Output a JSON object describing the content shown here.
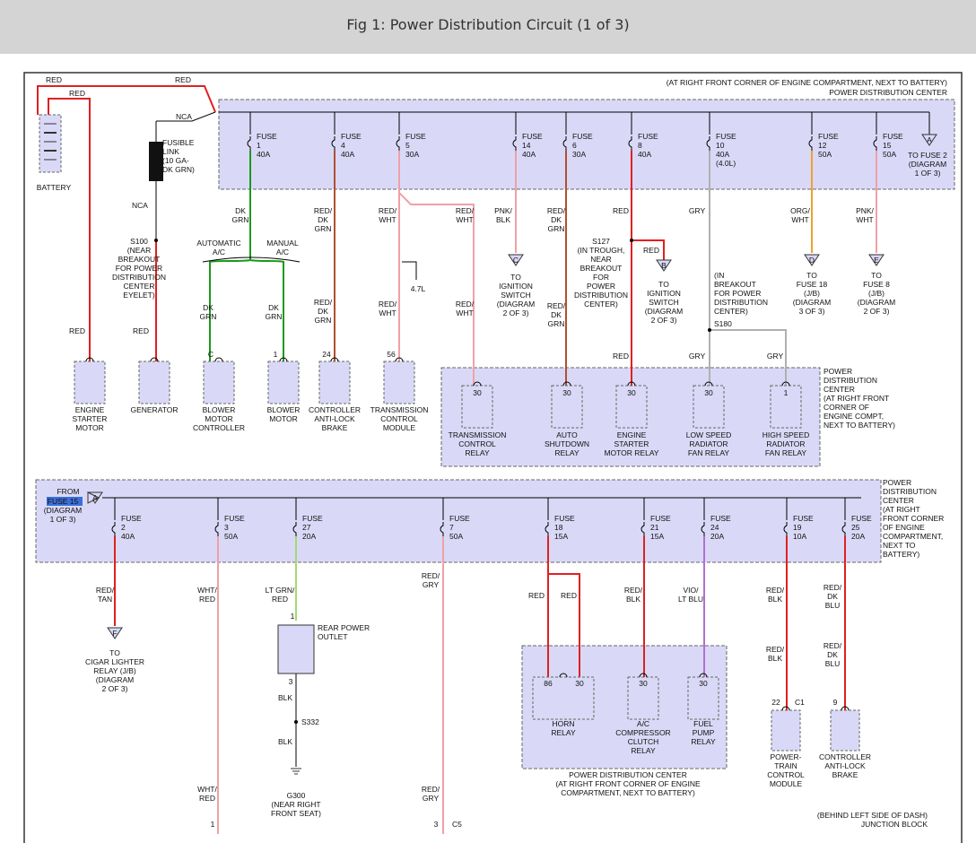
{
  "page": {
    "title": "Fig 1: Power Distribution Circuit (1 of 3)"
  },
  "labels": {
    "top_pdc": [
      "(AT RIGHT FRONT CORNER OF ENGINE COMPARTMENT, NEXT TO BATTERY)",
      "POWER DISTRIBUTION CENTER"
    ],
    "battery": "BATTERY",
    "nca": "NCA",
    "red": "RED",
    "fusible_link": [
      "FUSIBLE",
      "LINK",
      "(10 GA-",
      "DK GRN)"
    ],
    "s100": [
      "S100",
      "(NEAR",
      "BREAKOUT",
      "FOR POWER",
      "DISTRIBUTION",
      "CENTER",
      "EYELET)"
    ],
    "auto_manual": [
      "AUTOMATIC",
      "A/C",
      "MANUAL",
      "A/C"
    ],
    "dk_grn": [
      "DK",
      "GRN"
    ],
    "red_dk_grn": [
      "RED/",
      "DK",
      "GRN"
    ],
    "red_wht": [
      "RED/",
      "WHT"
    ],
    "pnk_blk": [
      "PNK/",
      "BLK"
    ],
    "gry": "GRY",
    "org_wht": [
      "ORG/",
      "WHT"
    ],
    "pnk_wht": [
      "PNK/",
      "WHT"
    ],
    "v47": "4.7L",
    "s127": [
      "S127",
      "(IN TROUGH,",
      "NEAR",
      "BREAKOUT",
      "FOR",
      "POWER",
      "DISTRIBUTION",
      "CENTER)"
    ],
    "to_c": [
      "TO",
      "IGNITION",
      "SWITCH",
      "(DIAGRAM",
      "2 OF 3)"
    ],
    "to_b": [
      "TO",
      "IGNITION",
      "SWITCH",
      "(DIAGRAM",
      "2 OF 3)"
    ],
    "s180": [
      "(IN",
      "BREAKOUT",
      "FOR POWER",
      "DISTRIBUTION",
      "CENTER)",
      "S180"
    ],
    "to_d": [
      "TO",
      "FUSE 18",
      "(J/B)",
      "(DIAGRAM",
      "3 OF 3)"
    ],
    "to_e": [
      "TO",
      "FUSE 8",
      "(J/B)",
      "(DIAGRAM",
      "2 OF 3)"
    ],
    "to_fuse2": [
      "TO FUSE 2",
      "(DIAGRAM",
      "1 OF 3)"
    ],
    "pdc_mid": [
      "POWER",
      "DISTRIBUTION",
      "CENTER",
      "(AT RIGHT FRONT",
      "CORNER OF",
      "ENGINE COMPT,",
      "NEXT TO BATTERY)"
    ],
    "pdc_right2": [
      "POWER",
      "DISTRIBUTION",
      "CENTER",
      "(AT RIGHT",
      "FRONT CORNER",
      "OF ENGINE",
      "COMPARTMENT,",
      "NEXT TO",
      "BATTERY)"
    ],
    "from_fuse15": [
      "FROM",
      "FUSE 15",
      "(DIAGRAM",
      "1 OF 3)"
    ],
    "red_tan": [
      "RED/",
      "TAN"
    ],
    "wht_red": [
      "WHT/",
      "RED"
    ],
    "lt_grn_red": [
      "LT GRN/",
      "RED"
    ],
    "red_gry": [
      "RED/",
      "GRY"
    ],
    "red_blk": [
      "RED/",
      "BLK"
    ],
    "vio_lt_blu": [
      "VIO/",
      "LT BLU"
    ],
    "red_dk_blu": [
      "RED/",
      "DK",
      "BLU"
    ],
    "to_f": [
      "TO",
      "CIGAR LIGHTER",
      "RELAY (J/B)",
      "(DIAGRAM",
      "2 OF 3)"
    ],
    "rear_power": [
      "REAR POWER",
      "OUTLET"
    ],
    "blk": "BLK",
    "s332": "S332",
    "g300": [
      "G300",
      "(NEAR RIGHT",
      "FRONT SEAT)"
    ],
    "pdc_bottom": [
      "POWER DISTRIBUTION CENTER",
      "(AT RIGHT FRONT CORNER OF ENGINE",
      "COMPARTMENT, NEXT TO BATTERY)"
    ],
    "junction": [
      "(BEHIND LEFT SIDE OF DASH)",
      "JUNCTION BLOCK"
    ],
    "pins": {
      "c": "C",
      "one": "1",
      "p24": "24",
      "p56": "56",
      "p30": "30",
      "p86": "86",
      "p3": "3",
      "p22": "22",
      "c1": "C1",
      "p9": "9",
      "c5": "C5"
    },
    "conn": {
      "A": "A",
      "B": "B",
      "C": "C",
      "D": "D",
      "E": "E",
      "F": "F"
    }
  },
  "fuses_top": [
    {
      "name": "FUSE",
      "num": "1",
      "amp": "40A"
    },
    {
      "name": "FUSE",
      "num": "4",
      "amp": "40A"
    },
    {
      "name": "FUSE",
      "num": "5",
      "amp": "30A"
    },
    {
      "name": "FUSE",
      "num": "14",
      "amp": "40A"
    },
    {
      "name": "FUSE",
      "num": "6",
      "amp": "30A"
    },
    {
      "name": "FUSE",
      "num": "8",
      "amp": "40A"
    },
    {
      "name": "FUSE",
      "num": "10",
      "amp": "40A",
      "extra": "(4.0L)"
    },
    {
      "name": "FUSE",
      "num": "12",
      "amp": "50A"
    },
    {
      "name": "FUSE",
      "num": "15",
      "amp": "50A"
    }
  ],
  "fuses_bottom": [
    {
      "name": "FUSE",
      "num": "2",
      "amp": "40A"
    },
    {
      "name": "FUSE",
      "num": "3",
      "amp": "50A"
    },
    {
      "name": "FUSE",
      "num": "27",
      "amp": "20A"
    },
    {
      "name": "FUSE",
      "num": "7",
      "amp": "50A"
    },
    {
      "name": "FUSE",
      "num": "18",
      "amp": "15A"
    },
    {
      "name": "FUSE",
      "num": "21",
      "amp": "15A"
    },
    {
      "name": "FUSE",
      "num": "24",
      "amp": "20A"
    },
    {
      "name": "FUSE",
      "num": "19",
      "amp": "10A"
    },
    {
      "name": "FUSE",
      "num": "25",
      "amp": "20A"
    }
  ],
  "components_top": [
    [
      "ENGINE",
      "STARTER",
      "MOTOR"
    ],
    [
      "GENERATOR"
    ],
    [
      "BLOWER",
      "MOTOR",
      "CONTROLLER"
    ],
    [
      "BLOWER",
      "MOTOR"
    ],
    [
      "CONTROLLER",
      "ANTI-LOCK",
      "BRAKE"
    ],
    [
      "TRANSMISSION",
      "CONTROL",
      "MODULE"
    ]
  ],
  "relays_top": [
    [
      "TRANSMISSION",
      "CONTROL",
      "RELAY"
    ],
    [
      "AUTO",
      "SHUTDOWN",
      "RELAY"
    ],
    [
      "ENGINE",
      "STARTER",
      "MOTOR RELAY"
    ],
    [
      "LOW SPEED",
      "RADIATOR",
      "FAN RELAY"
    ],
    [
      "HIGH SPEED",
      "RADIATOR",
      "FAN RELAY"
    ]
  ],
  "relays_bottom": [
    [
      "HORN",
      "RELAY"
    ],
    [
      "A/C",
      "COMPRESSOR",
      "CLUTCH",
      "RELAY"
    ],
    [
      "FUEL",
      "PUMP",
      "RELAY"
    ]
  ],
  "modules_bottom": [
    [
      "POWER-",
      "TRAIN",
      "CONTROL",
      "MODULE"
    ],
    [
      "CONTROLLER",
      "ANTI-LOCK",
      "BRAKE"
    ]
  ],
  "colors": {
    "red": "#e02020",
    "green": "#1a9a1a",
    "gray": "#b0b0b0",
    "orange": "#f0a030",
    "pink": "#f0a0a8",
    "violet": "#b070d0",
    "brown": "#b05030",
    "fill": "#d9d9f7"
  }
}
